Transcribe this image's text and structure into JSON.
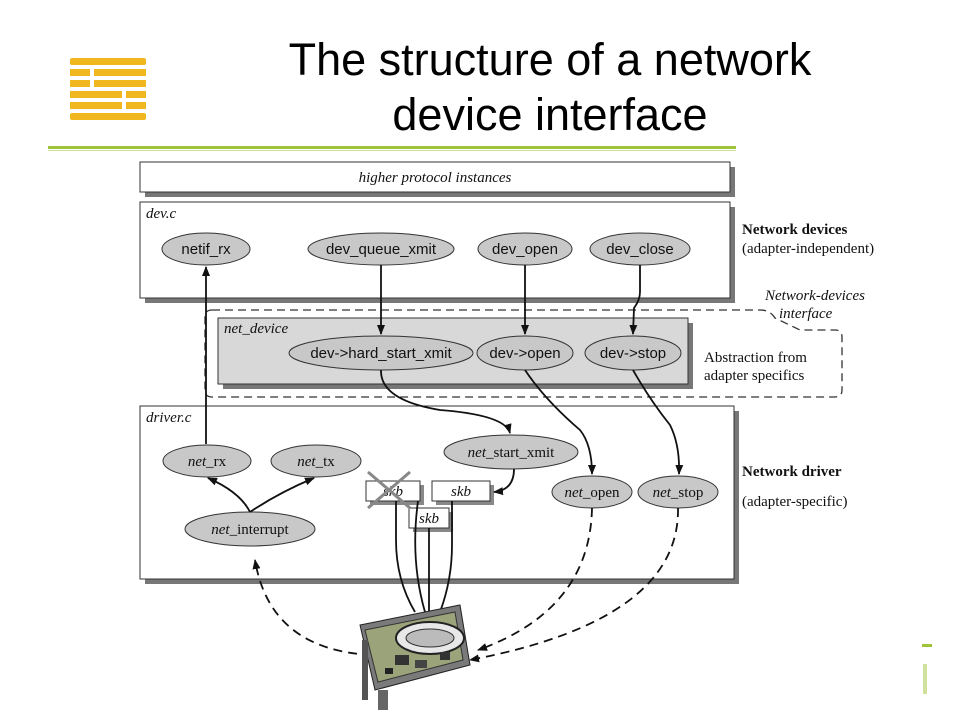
{
  "title": {
    "line1": "The structure of a network",
    "line2": "device interface"
  },
  "colors": {
    "accent_rule": "#9fc43a",
    "logo": "#f0b81e",
    "node_fill": "#c8c8c8",
    "panel_fill": "#d8d8d8"
  },
  "diagram": {
    "top_bar": "higher protocol instances",
    "dev_c": {
      "label": "dev.c",
      "nodes": [
        "netif_rx",
        "dev_queue_xmit",
        "dev_open",
        "dev_close"
      ],
      "side_title": "Network devices",
      "side_sub": "(adapter-independent)"
    },
    "net_device": {
      "label": "net_device",
      "nodes": [
        "dev->hard_start_xmit",
        "dev->open",
        "dev->stop"
      ],
      "interface_label_1": "Network-devices",
      "interface_label_2": "interface",
      "abstraction_1": "Abstraction from",
      "abstraction_2": "adapter specifics"
    },
    "driver_c": {
      "label": "driver.c",
      "net_rx_1": "net",
      "net_rx_2": "_rx",
      "net_tx_1": "net",
      "net_tx_2": "_tx",
      "net_start_xmit_1": "net",
      "net_start_xmit_2": "_start_xmit",
      "net_interrupt_1": "net",
      "net_interrupt_2": "_interrupt",
      "net_open_1": "net",
      "net_open_2": "_open",
      "net_stop_1": "net",
      "net_stop_2": "_stop",
      "skb_boxes": [
        "skb",
        "skb",
        "skb"
      ],
      "side_title": "Network driver",
      "side_sub": "(adapter-specific)"
    },
    "hardware_icon": "network-adapter-card-icon"
  }
}
